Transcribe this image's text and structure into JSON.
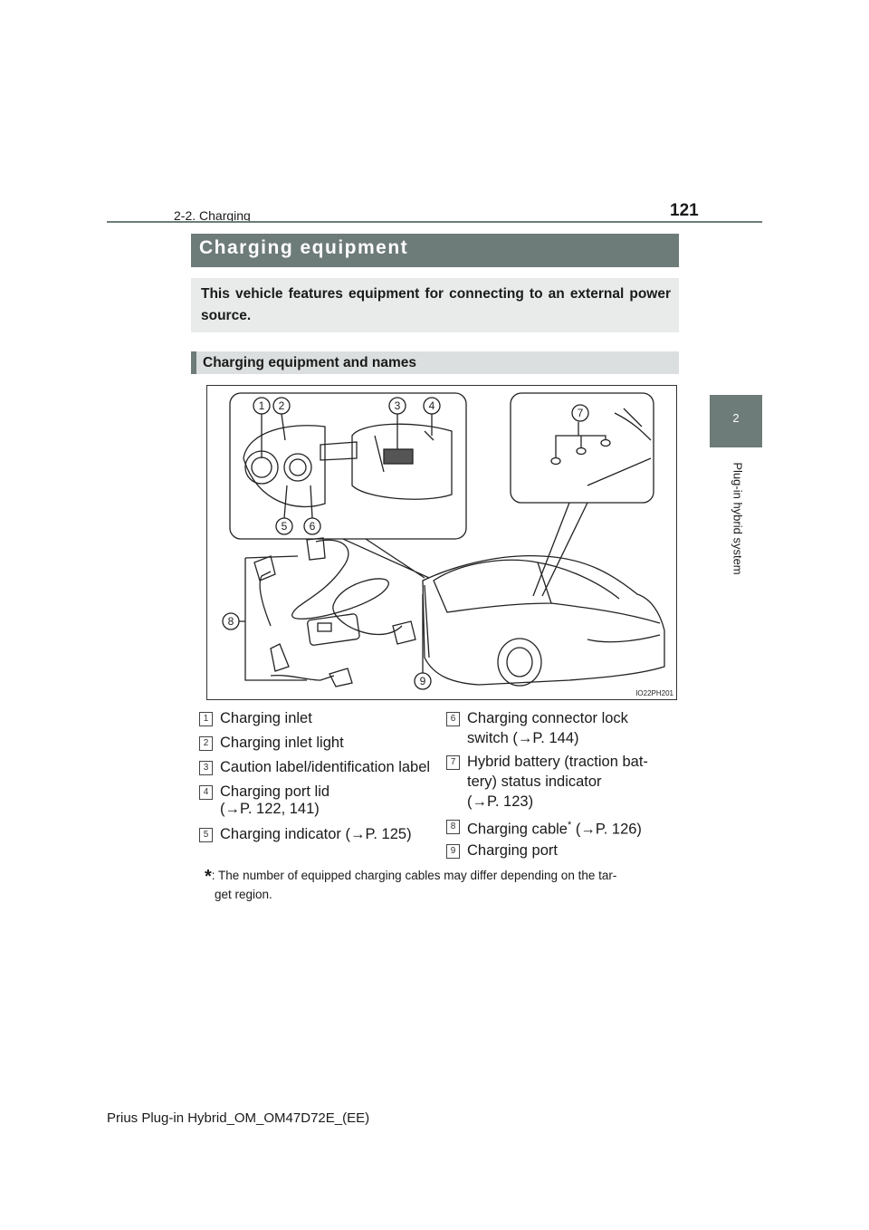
{
  "header": {
    "section": "2-2. Charging",
    "page_number": "121"
  },
  "side_tab": {
    "number": "2",
    "label": "Plug-in hybrid system"
  },
  "title": "Charging equipment",
  "intro": "This vehicle features equipment for connecting to an external power source.",
  "subsection_title": "Charging equipment and names",
  "figure": {
    "callouts": [
      "1",
      "2",
      "3",
      "4",
      "5",
      "6",
      "7",
      "8",
      "9"
    ],
    "image_code": "IO22PH201"
  },
  "legend": {
    "left": [
      {
        "num": "1",
        "lines": [
          "Charging inlet"
        ]
      },
      {
        "num": "2",
        "lines": [
          "Charging inlet light"
        ]
      },
      {
        "num": "3",
        "lines": [
          "Caution label/identification label"
        ]
      },
      {
        "num": "4",
        "lines": [
          "Charging port lid",
          "(→P. 122, 141)"
        ]
      },
      {
        "num": "5",
        "lines": [
          "Charging indicator (→P. 125)"
        ]
      }
    ],
    "right": [
      {
        "num": "6",
        "lines": [
          "Charging connector lock",
          "switch (→P. 144)"
        ]
      },
      {
        "num": "7",
        "lines": [
          "Hybrid battery (traction bat-",
          "tery) status indicator",
          "(→P. 123)"
        ]
      },
      {
        "num": "8",
        "text": "Charging cable",
        "sup": "*",
        "suffix": " (→P. 126)"
      },
      {
        "num": "9",
        "lines": [
          "Charging port"
        ]
      }
    ]
  },
  "footnote": {
    "marker": "*",
    "text": ": The number of equipped charging cables may differ depending on the tar-",
    "text2": "get region."
  },
  "footer": "Prius Plug-in Hybrid_OM_OM47D72E_(EE)",
  "colors": {
    "header_gray": "#6d7b79",
    "light_gray": "#e9ebeb"
  }
}
